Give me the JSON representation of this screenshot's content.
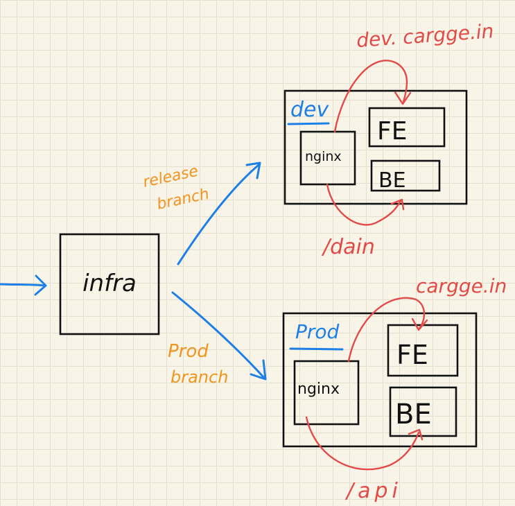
{
  "infra": {
    "label": "infra"
  },
  "branches": {
    "release": {
      "line1": "release",
      "line2": "branch"
    },
    "prod": {
      "line1": "Prod",
      "line2": "branch"
    }
  },
  "dev": {
    "env_label": "dev",
    "nginx_label": "nginx",
    "fe_label": "FE",
    "be_label": "BE",
    "domain_label": "dev. cargge.in",
    "path_label": "/dain"
  },
  "prod": {
    "env_label": "Prod",
    "nginx_label": "nginx",
    "fe_label": "FE",
    "be_label": "BE",
    "domain_label": "cargge.in",
    "path_label": "/api"
  },
  "colors": {
    "ink": "#111111",
    "flow_arrow": "#1e7fe6",
    "route_arrow": "#e34a47",
    "branch_label": "#f2941d",
    "env_label": "#1e7fe6",
    "paper": "#f8f5e8"
  }
}
